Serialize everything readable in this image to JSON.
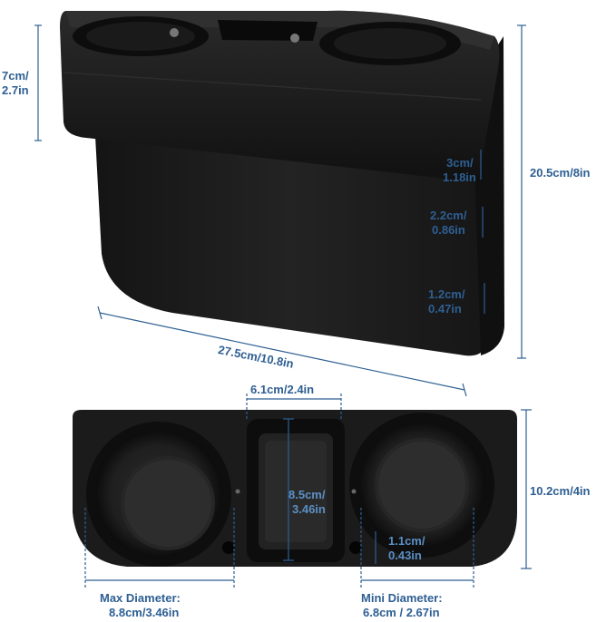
{
  "colors": {
    "dimension_blue": "#2e5f93",
    "product_black": "#1c1c1c",
    "background": "#ffffff"
  },
  "top_view_labels": {
    "height_left_cm": "7cm/",
    "height_left_in": "2.7in",
    "depth_a_cm": "3cm/",
    "depth_a_in": "1.18in",
    "depth_b_cm": "2.2cm/",
    "depth_b_in": "0.86in",
    "depth_c_cm": "1.2cm/",
    "depth_c_in": "0.47in",
    "total_height": "20.5cm/8in",
    "length": "27.5cm/10.8in"
  },
  "bottom_view_labels": {
    "slot_width": "6.1cm/2.4in",
    "slot_length_cm": "8.5cm/",
    "slot_length_in": "3.46in",
    "width": "10.2cm/4in",
    "hole_cm": "1.1cm/",
    "hole_in": "0.43in",
    "max_diameter_title": "Max Diameter:",
    "max_diameter_value": "8.8cm/3.46in",
    "mini_diameter_title": "Mini Diameter:",
    "mini_diameter_value": "6.8cm / 2.67in"
  }
}
